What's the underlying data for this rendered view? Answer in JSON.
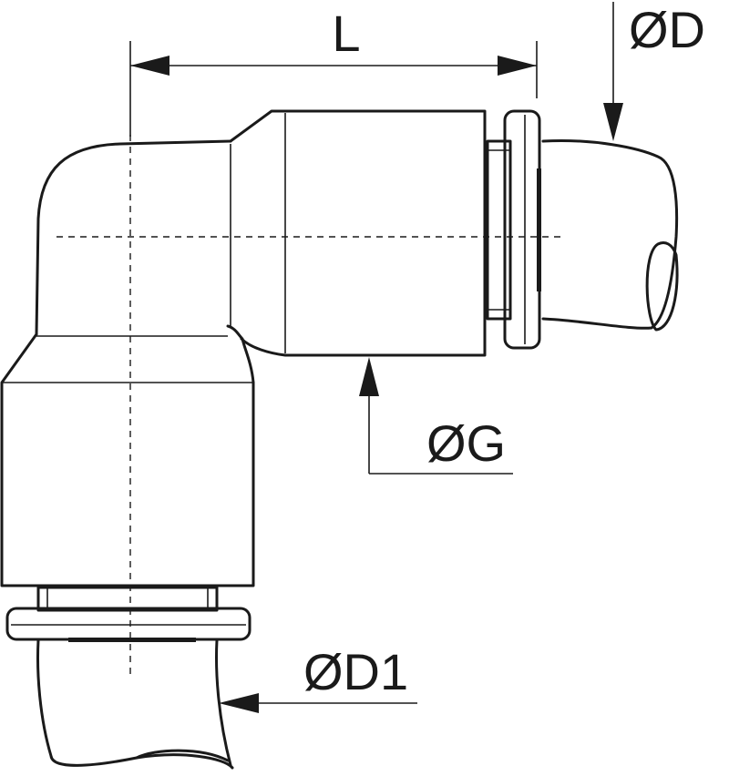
{
  "dimensions": {
    "length_label": "L",
    "outer_diameter_label": "ØD",
    "body_diameter_label": "ØG",
    "outlet_diameter_label": "ØD1"
  }
}
